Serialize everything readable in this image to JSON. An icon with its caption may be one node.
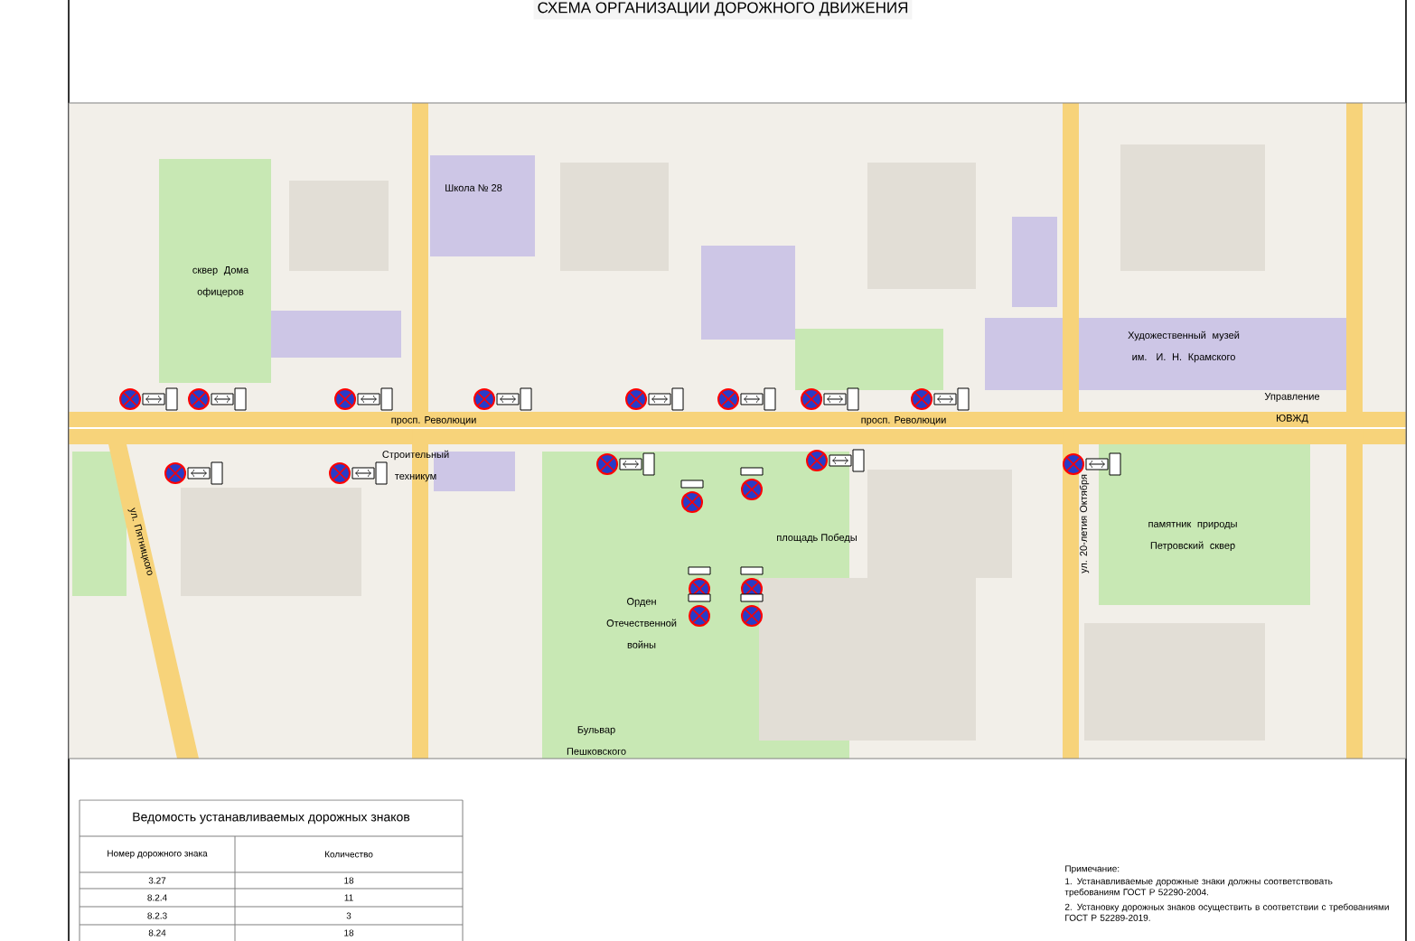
{
  "diagram": {
    "title": "СХЕМА  ОРГАНИЗАЦИИ ДОРОЖНОГО ДВИЖЕНИЯ",
    "labels": [
      "просп. Революции",
      "просп. Революции",
      "Строительный техникум",
      "сквер Дома офицеров",
      "Художественный музей им. И. Н. Крамского",
      "Орден Отечественной войны",
      "площадь Победы",
      "памятник природы Петровский сквер",
      "Школа № 28",
      "ул. Пятницкого",
      "ул. 20-летия Октября",
      "Управление ЮВЖД",
      "Бульвар Пешковского",
      "Ведомость устанавливаемых дорожных знаков",
      "Номер дорожного знака",
      "Количество",
      "3.27",
      "18",
      "8.2.4",
      "11",
      "8.2.3",
      "3",
      "8.24",
      "18",
      "Примечание:",
      "1.  Устанавливаемые дорожные знаки должны соответствовать требованиям ГОСТ Р 52290-2004.",
      "2.  Установку дорожных знаков осуществить в соответствии с требованиями ГОСТ Р 52289-2019."
    ]
  }
}
